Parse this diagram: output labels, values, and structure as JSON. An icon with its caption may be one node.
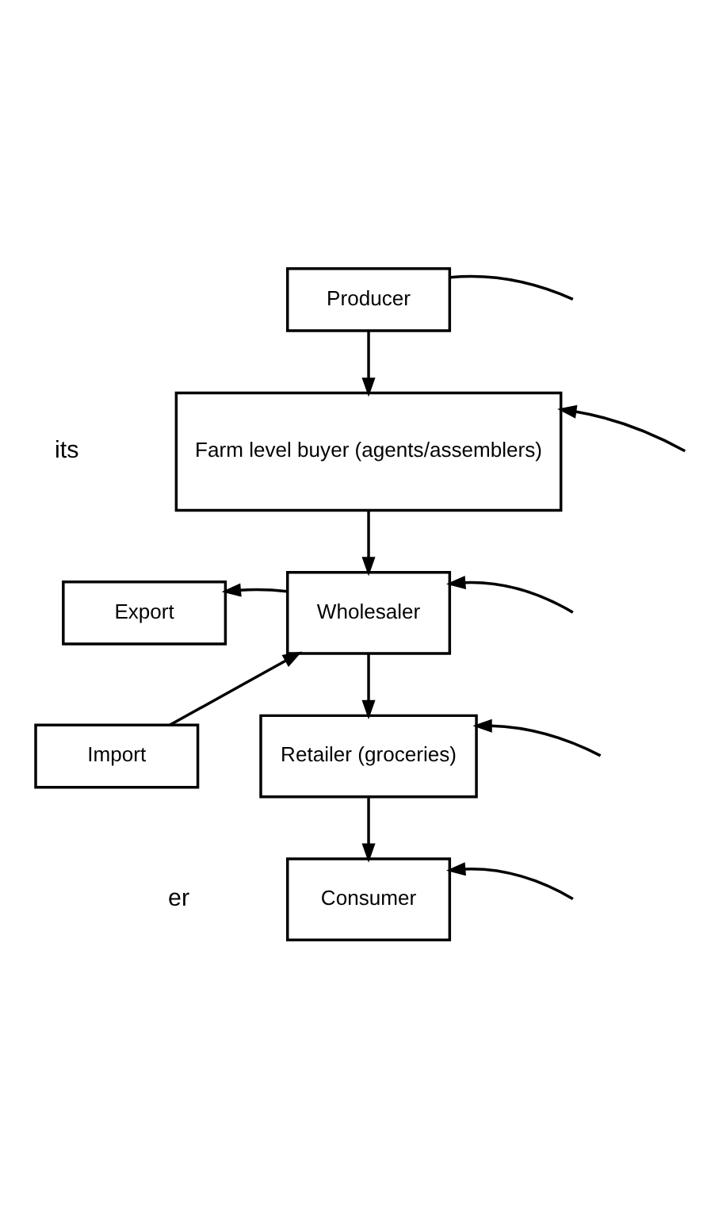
{
  "diagram": {
    "nodes": [
      {
        "text": [
          "Producer"
        ]
      },
      {
        "text": [
          "Farm level buyer (agents/assemblers)"
        ]
      },
      {
        "text": [
          "Export"
        ]
      },
      {
        "text": [
          "Wholesaler"
        ]
      },
      {
        "text": [
          "Import"
        ]
      },
      {
        "text": [
          "Retailer (groceries)"
        ]
      },
      {
        "text": [
          "Consumer"
        ]
      }
    ],
    "edges": [
      {
        "from": 0,
        "to": 1,
        "arrow": "to"
      },
      {
        "from": 0,
        "to": null,
        "arrow": "none"
      },
      {
        "from": null,
        "to": 1,
        "arrow": "to"
      },
      {
        "from": 1,
        "to": 3,
        "arrow": "to"
      },
      {
        "from": 3,
        "to": 2,
        "arrow": "to"
      },
      {
        "from": null,
        "to": 3,
        "arrow": "to"
      },
      {
        "from": 4,
        "to": 3,
        "arrow": "to"
      },
      {
        "from": 3,
        "to": 5,
        "arrow": "to"
      },
      {
        "from": null,
        "to": 5,
        "arrow": "to"
      },
      {
        "from": 5,
        "to": 6,
        "arrow": "to"
      },
      {
        "from": null,
        "to": 6,
        "arrow": "to"
      }
    ],
    "labels": [
      "its",
      "er"
    ]
  }
}
